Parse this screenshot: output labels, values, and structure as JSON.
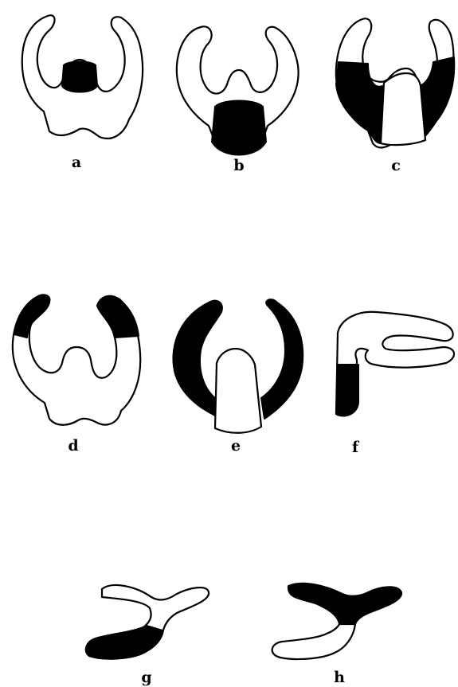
{
  "panels": [
    {
      "id": "a",
      "label": "a"
    },
    {
      "id": "b",
      "label": "b"
    },
    {
      "id": "c",
      "label": "c"
    },
    {
      "id": "d",
      "label": "d"
    },
    {
      "id": "e",
      "label": "e"
    },
    {
      "id": "f",
      "label": "f"
    },
    {
      "id": "g",
      "label": "g"
    },
    {
      "id": "h",
      "label": "h"
    }
  ],
  "colors": {
    "background": "#ffffff",
    "ink": "#000000",
    "fill": "#ffffff"
  }
}
